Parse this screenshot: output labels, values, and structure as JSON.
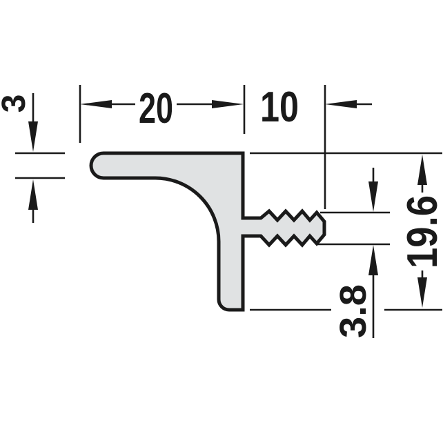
{
  "drawing": {
    "dimensions": {
      "flange_length": "20",
      "peg_length": "10",
      "flange_thickness": "3",
      "overall_height": "19.6",
      "peg_diameter": "3.8"
    },
    "colors": {
      "outline": "#1a1a1a",
      "profile_fill": "#e0e2e3",
      "background": "#ffffff"
    }
  }
}
